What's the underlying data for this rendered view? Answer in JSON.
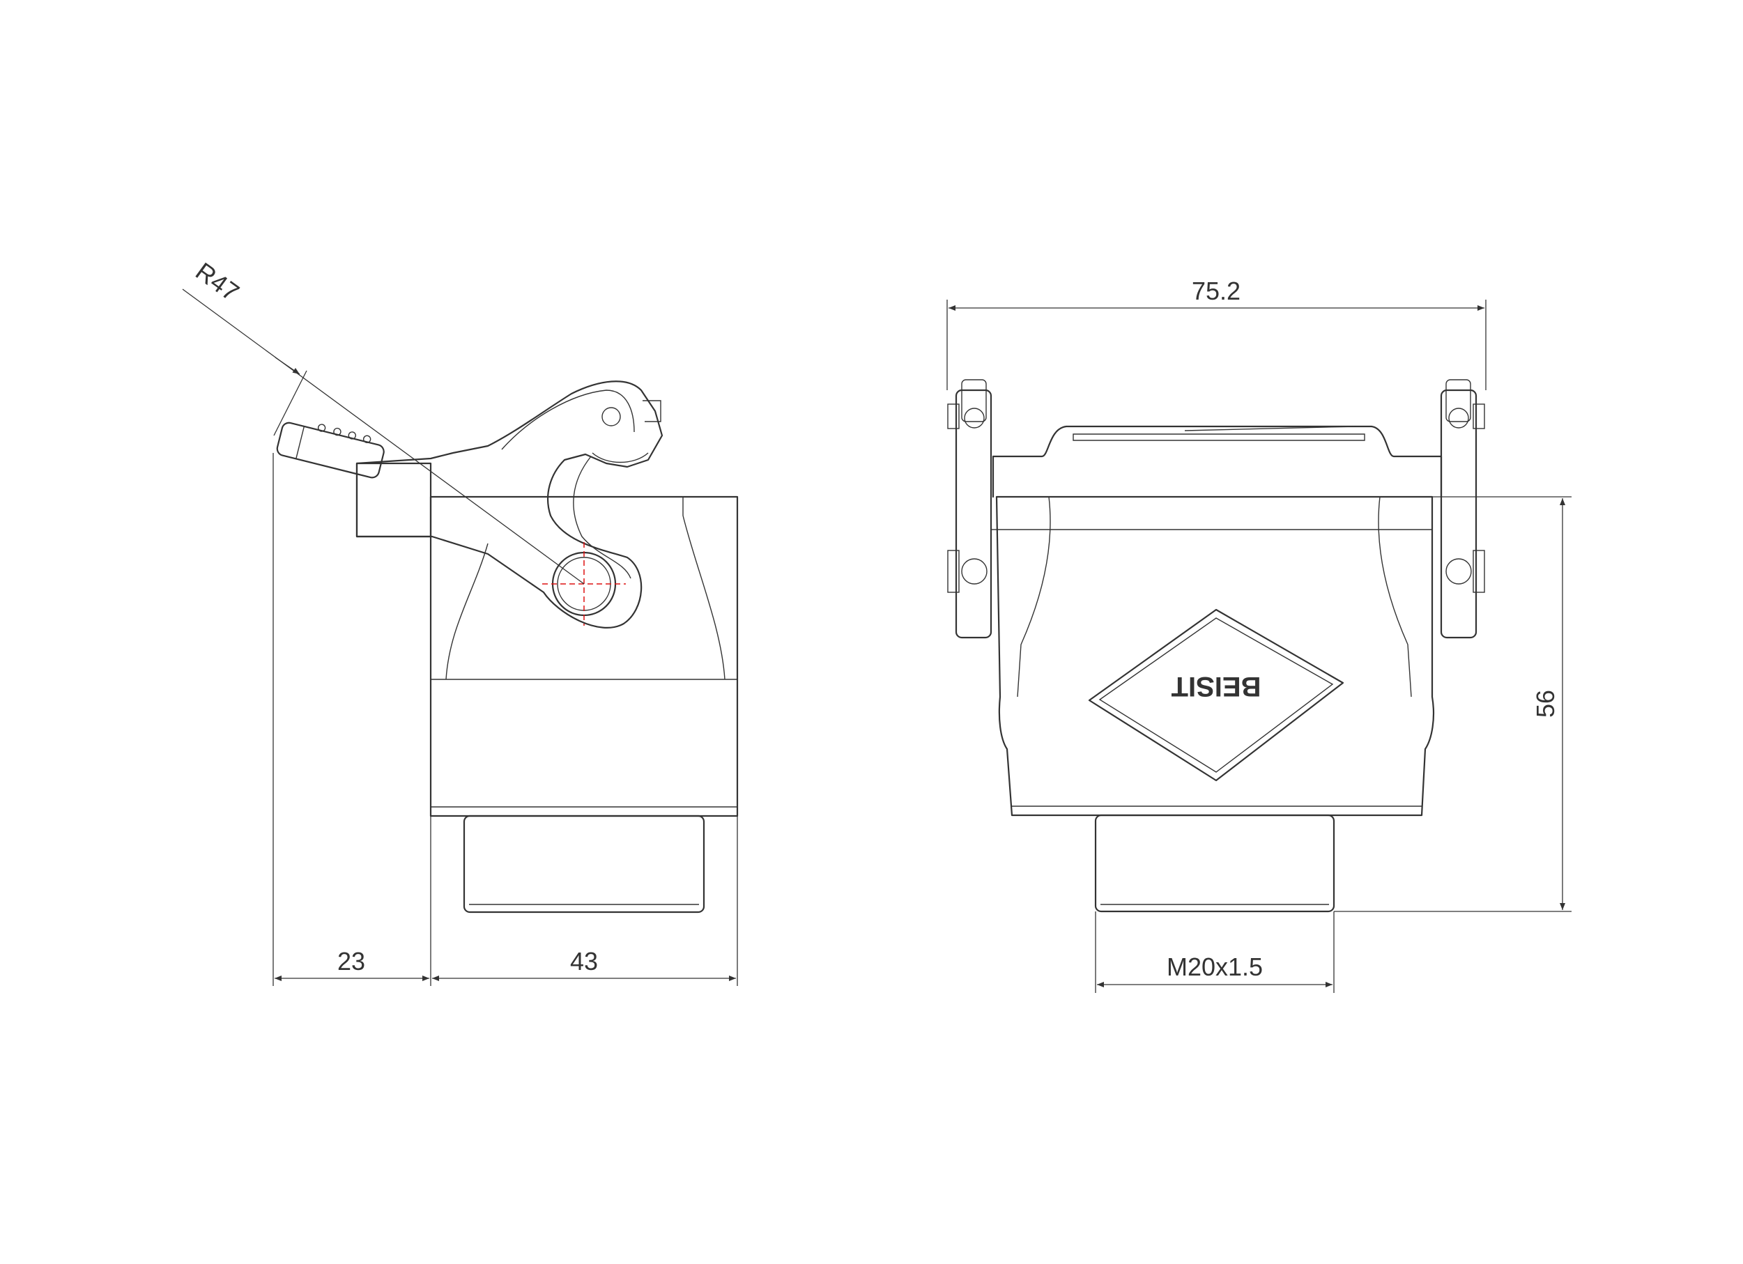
{
  "drawing": {
    "side_view": {
      "radius_label": "R47",
      "dim_lever_depth": "23",
      "dim_body_width": "43"
    },
    "front_view": {
      "dim_overall_width": "75.2",
      "dim_height": "56",
      "dim_thread": "M20x1.5",
      "logo_text": "BEISIT"
    }
  }
}
